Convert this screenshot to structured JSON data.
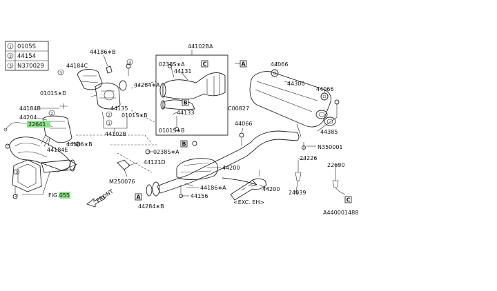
{
  "legend": [
    {
      "num": "1",
      "code": "0105S"
    },
    {
      "num": "2",
      "code": "44154"
    },
    {
      "num": "3",
      "code": "N370029"
    }
  ],
  "labels": {
    "p44186b_top": "44186∗B",
    "p44184c": "44184C",
    "p44102ba": "44102BA",
    "p0238sa_top": "0238S∗A",
    "p44131": "44131",
    "p44284a": "44284∗A",
    "p0101sd": "0101S∗D",
    "p44135": "44135",
    "p0101sb_mid": "0101S∗B",
    "p44133": "44133",
    "p0101sb_bot": "0101S∗B",
    "p44102b": "44102B",
    "p44184b": "44184B",
    "p44204": "44204",
    "p22641": "22641",
    "p44186b_left": "44186∗B",
    "p44184e": "44184E",
    "pfig055": "FIG.055",
    "pfront": "FRONT",
    "p0238sa_mid": "0238S∗A",
    "p44121d": "44121D",
    "pm250076": "M250076",
    "p44200_main": "44200",
    "p44186a": "44186∗A",
    "p44156": "44156",
    "p44284b": "44284∗B",
    "p44200_alt": "44200",
    "pexceh": "<EXC. EH>",
    "pc00827": "C00827",
    "p44066_a": "44066",
    "p44066_b": "44066",
    "p44066_c": "44066",
    "p44300": "44300",
    "p44385": "44385",
    "pn350001": "N350001",
    "p24226": "24226",
    "p22690": "22690",
    "p24039": "24039",
    "pcode": "A440001488"
  },
  "callouts": {
    "a_top": "A",
    "c_top": "C",
    "b_mid": "B",
    "b_lower": "B",
    "a_lower": "A",
    "c_right": "C"
  },
  "circle_marks": {
    "one": "1",
    "two": "2",
    "three": "3"
  },
  "colors": {
    "highlight": "#8fe08a",
    "ink": "#222222"
  }
}
